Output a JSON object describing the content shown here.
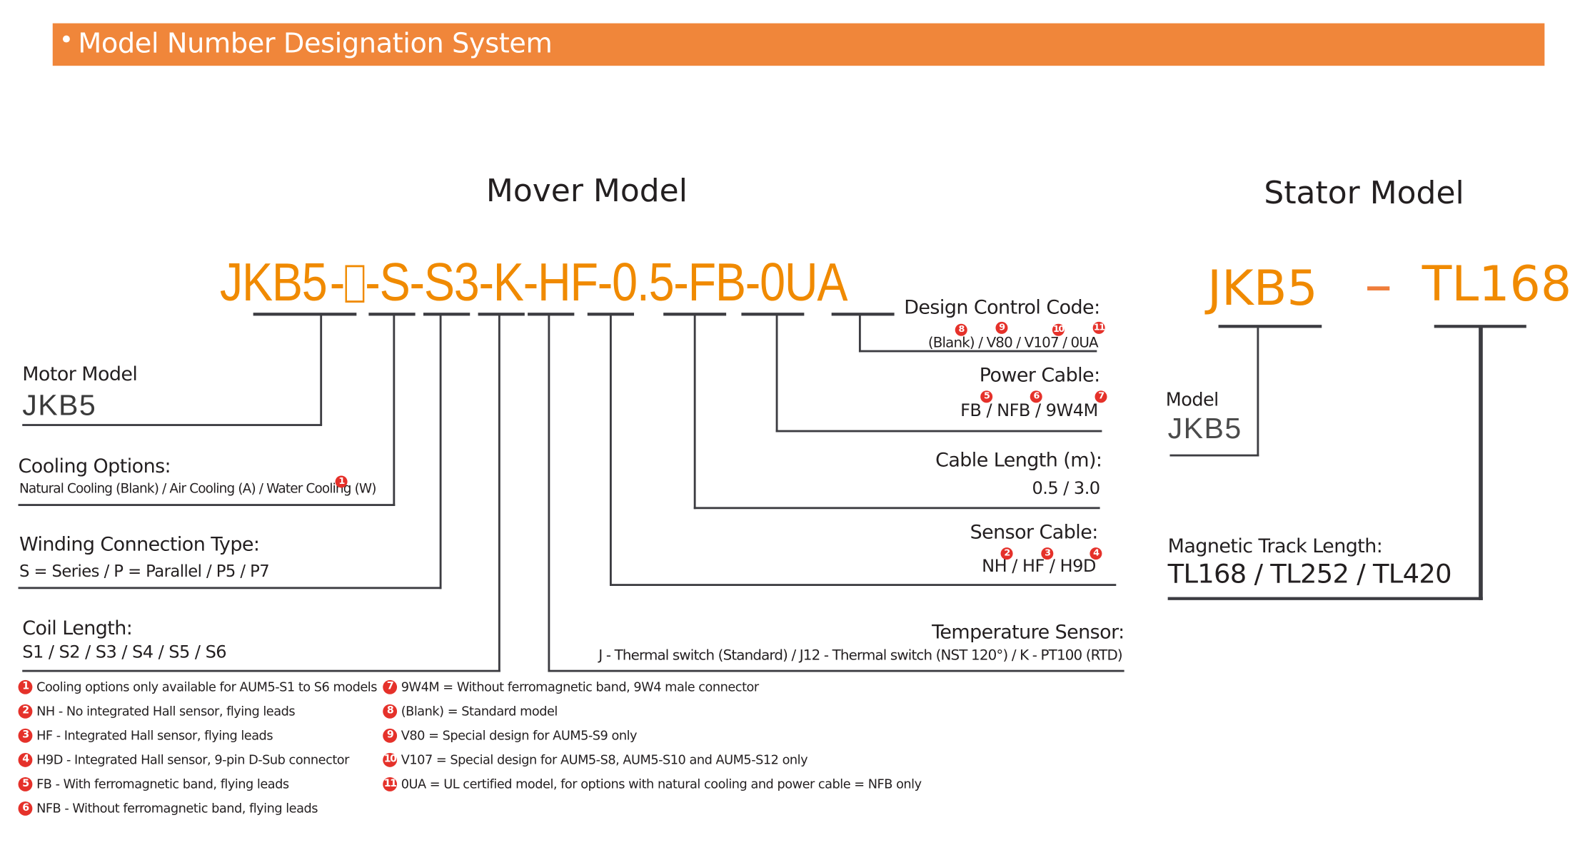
{
  "header": {
    "title": "Model Number Designation System"
  },
  "mover": {
    "title": "Mover Model",
    "code_parts": [
      "JKB5",
      "-",
      "-S-S3-K-HF-0.5-FB-0UA"
    ],
    "fields": {
      "motor_model": {
        "label": "Motor Model",
        "value": "JKB5"
      },
      "cooling": {
        "label": "Cooling Options:",
        "value": "Natural Cooling (Blank) / Air Cooling (A) / Water Cooling (W)",
        "badge": "1"
      },
      "winding": {
        "label": "Winding Connection Type:",
        "value": "S = Series / P = Parallel / P5 / P7"
      },
      "coil_length": {
        "label": "Coil Length:",
        "value": "S1 / S2 / S3 / S4 / S5 / S6"
      },
      "temperature_sensor": {
        "label": "Temperature Sensor:",
        "value": "J - Thermal switch (Standard)  / J12 - Thermal switch (NST 120°)  / K - PT100 (RTD)"
      },
      "sensor_cable": {
        "label": "Sensor Cable:",
        "options": [
          "NH",
          "HF",
          "H9D"
        ],
        "badges": [
          "2",
          "3",
          "4"
        ]
      },
      "cable_length": {
        "label": "Cable Length (m):",
        "value": "0.5 / 3.0"
      },
      "power_cable": {
        "label": "Power Cable:",
        "options": [
          "FB",
          "NFB",
          "9W4M"
        ],
        "badges": [
          "5",
          "6",
          "7"
        ]
      },
      "design_control": {
        "label": "Design Control Code:",
        "options": [
          "(Blank)",
          "V80",
          "V107",
          "0UA"
        ],
        "badges": [
          "8",
          "9",
          "10",
          "11"
        ]
      }
    },
    "separator": " / "
  },
  "stator": {
    "title": "Stator Model",
    "code_model": "JKB5",
    "code_track": "TL168",
    "fields": {
      "model": {
        "label": "Model",
        "value": "JKB5"
      },
      "track_length": {
        "label": "Magnetic Track Length:",
        "value": "TL168 / TL252 / TL420"
      }
    }
  },
  "notes": {
    "left": [
      {
        "badge": "1",
        "text": "Cooling options only available for AUM5-S1 to S6 models"
      },
      {
        "badge": "2",
        "text": "NH - No integrated Hall sensor, flying leads"
      },
      {
        "badge": "3",
        "text": "HF - Integrated Hall sensor, flying leads"
      },
      {
        "badge": "4",
        "text": "H9D - Integrated Hall sensor, 9-pin D-Sub connector"
      },
      {
        "badge": "5",
        "text": "FB - With ferromagnetic band, flying leads"
      },
      {
        "badge": "6",
        "text": "NFB - Without ferromagnetic band, flying leads"
      }
    ],
    "right": [
      {
        "badge": "7",
        "text": "9W4M = Without ferromagnetic band, 9W4 male connector"
      },
      {
        "badge": "8",
        "text": "(Blank) = Standard model"
      },
      {
        "badge": "9",
        "text": "V80 = Special design for AUM5-S9 only"
      },
      {
        "badge": "10",
        "text": "V107 = Special design for AUM5-S8, AUM5-S10 and AUM5-S12 only"
      },
      {
        "badge": "11",
        "text": "0UA = UL certified model, for options with natural cooling and power cable = NFB only"
      }
    ]
  },
  "colors": {
    "header_bg": "#f0863a",
    "code_orange": "#f08a00",
    "badge_red": "#e5312a",
    "line": "#3c3c41"
  }
}
